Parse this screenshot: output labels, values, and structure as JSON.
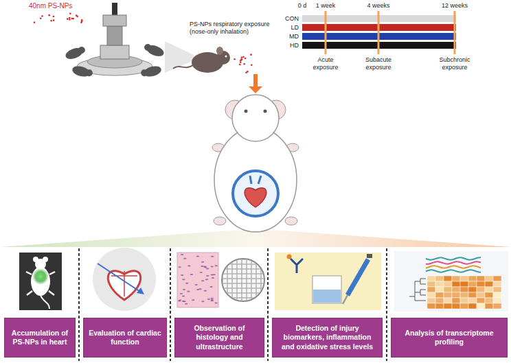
{
  "diagram": {
    "nodes": [
      {
        "text": [
          "Accumulation of PS-NPs in heart"
        ]
      },
      {
        "text": [
          "Evaluation of cardiac function"
        ]
      },
      {
        "text": [
          "Observation of histology and ultrastructure"
        ]
      },
      {
        "text": [
          "Detection of injury biomarkers, inflammation and oxidative stress levels"
        ]
      },
      {
        "text": [
          "Analysis of transcriptome profiling"
        ]
      }
    ],
    "labels": [
      "40nm PS-NPs",
      "PS-NPs respiratory exposure (nose-only inhalation)",
      "0 d",
      "1 week",
      "4 weeks",
      "12 weeks",
      "CON",
      "LD",
      "MD",
      "HD",
      "Acute exposure",
      "Subacute exposure",
      "Subchronic exposure"
    ]
  }
}
